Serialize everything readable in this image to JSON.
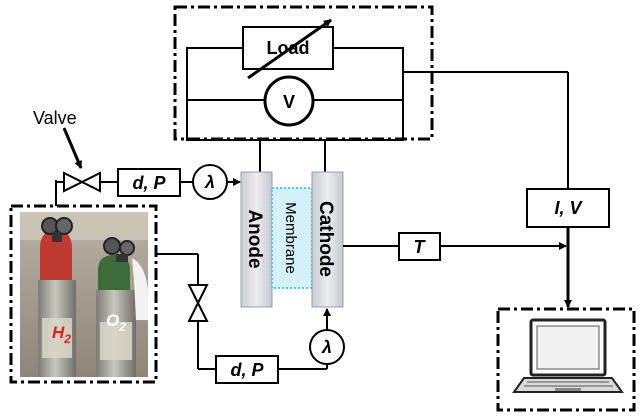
{
  "labels": {
    "load": "Load",
    "voltmeter": "V",
    "valve": "Valve",
    "dp_top": "d, P",
    "dp_bottom": "d, P",
    "lambda_top": "λ",
    "lambda_bottom": "λ",
    "anode": "Anode",
    "membrane": "Membrane",
    "cathode": "Cathode",
    "temperature": "T",
    "iv": "I, V",
    "h2": "H",
    "h2_sub": "2",
    "o2": "O",
    "o2_sub": "2"
  },
  "colors": {
    "line": "#000000",
    "electrode_fill": "#dadde3",
    "membrane_fill": "#d4f0f8",
    "membrane_border": "#5cc8e8",
    "h2_label": "#e0201c",
    "o2_label": "#ffffff"
  }
}
